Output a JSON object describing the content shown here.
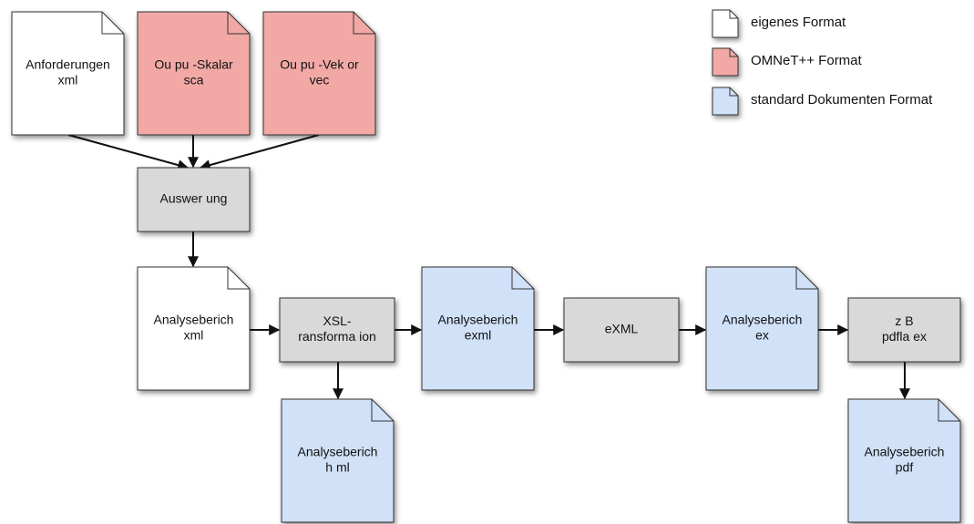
{
  "colors": {
    "custom": "#ffffff",
    "omnet": "#f2a9a6",
    "standard": "#d0e1f8",
    "process": "#d9d9d9"
  },
  "legend": [
    {
      "label": "eigenes Format",
      "color": "#ffffff"
    },
    {
      "label": "OMNeT++ Format",
      "color": "#f2a9a6"
    },
    {
      "label": "standard Dokumenten Format",
      "color": "#d0e1f8"
    }
  ],
  "documents": {
    "anforderungen": {
      "lines": [
        "Anforderungen",
        "xml"
      ],
      "color": "#ffffff"
    },
    "output_skalar": {
      "lines": [
        "Ou pu -Skalar",
        "sca"
      ],
      "color": "#f2a9a6"
    },
    "output_vektor": {
      "lines": [
        "Ou pu -Vek or",
        "vec"
      ],
      "color": "#f2a9a6"
    },
    "bericht_xml": {
      "lines": [
        "Analyseberich",
        "xml"
      ],
      "color": "#ffffff"
    },
    "bericht_exml": {
      "lines": [
        "Analyseberich",
        "exml"
      ],
      "color": "#d0e1f8"
    },
    "bericht_ex": {
      "lines": [
        "Analyseberich",
        "ex"
      ],
      "color": "#d0e1f8"
    },
    "bericht_html": {
      "lines": [
        "Analyseberich",
        "h ml"
      ],
      "color": "#d0e1f8"
    },
    "bericht_pdf": {
      "lines": [
        "Analyseberich",
        "pdf"
      ],
      "color": "#d0e1f8"
    }
  },
  "processes": {
    "auswertung": {
      "lines": [
        "Auswer ung"
      ]
    },
    "xsl": {
      "lines": [
        "XSL-",
        "ransforma ion"
      ]
    },
    "exml": {
      "lines": [
        "eXML"
      ]
    },
    "pdflatex": {
      "lines": [
        "z B",
        "pdfla ex"
      ]
    }
  },
  "edges": [
    [
      "anforderungen",
      "auswertung"
    ],
    [
      "output_skalar",
      "auswertung"
    ],
    [
      "output_vektor",
      "auswertung"
    ],
    [
      "auswertung",
      "bericht_xml"
    ],
    [
      "bericht_xml",
      "xsl"
    ],
    [
      "xsl",
      "bericht_exml"
    ],
    [
      "xsl",
      "bericht_html"
    ],
    [
      "bericht_exml",
      "exml"
    ],
    [
      "exml",
      "bericht_ex"
    ],
    [
      "bericht_ex",
      "pdflatex"
    ],
    [
      "pdflatex",
      "bericht_pdf"
    ]
  ]
}
